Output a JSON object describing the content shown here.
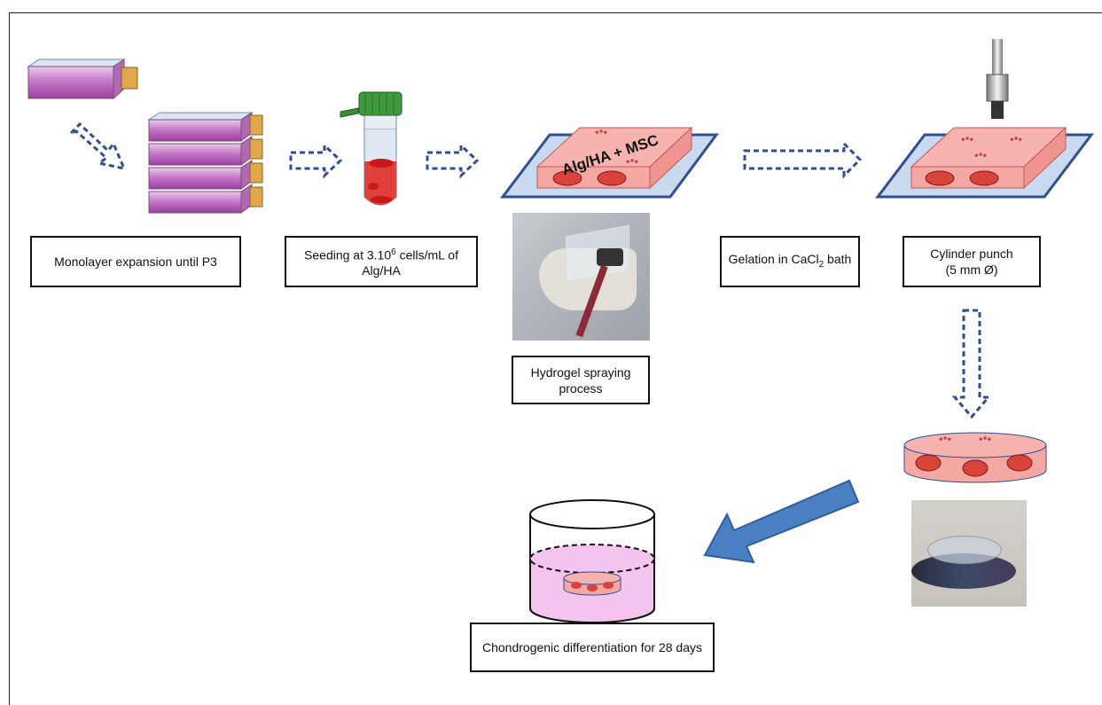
{
  "labels": {
    "monolayer": "Monolayer expansion  until P3",
    "seeding_prefix": "Seeding at 3.10",
    "seeding_sup": "6",
    "seeding_suffix": " cells/mL of Alg/HA",
    "gelation_prefix": "Gelation in CaCl",
    "gelation_sub": "2",
    "gelation_suffix": " bath",
    "cylinder_line1": "Cylinder punch",
    "cylinder_line2": "(5 mm Ø)",
    "hydrogel": "Hydrogel spraying process",
    "chondrogenic": "Chondrogenic differentiation for 28 days"
  },
  "sheet_text": "Alg/HA + MSC",
  "colors": {
    "flask": "#b15bb5",
    "flask_light": "#d9a6d9",
    "cap": "#e0a84a",
    "hydrogel": "#f7b3b0",
    "cell": "#d9443a",
    "plate": "#c9d9f0",
    "plate_edge": "#2f4f8f",
    "arrow_dash": "#2f4f8f",
    "big_arrow": "#4a7fc1",
    "well_liquid": "#f4c4ef"
  }
}
